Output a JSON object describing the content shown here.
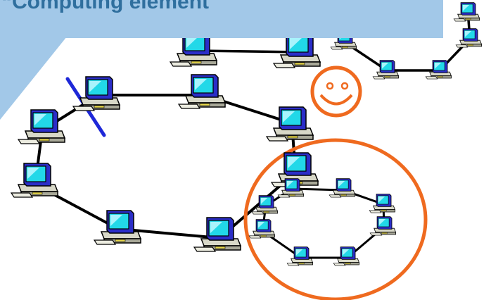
{
  "callout": {
    "title": "“Computing element”",
    "fill_color": "#a2c8e8",
    "text_color": "#2f6f9e"
  },
  "diagram": {
    "nodes_ring_large": 8,
    "nodes_ring_small": 8,
    "nodes_ring_top_right": 6,
    "link_color": "#000000",
    "highlight_circle_color": "#ef6a1f",
    "smiley_color": "#ef6a1f",
    "broken_link_mark_color": "#1e28d8",
    "icons": [
      "computer-icon",
      "smiley-face-icon"
    ]
  }
}
